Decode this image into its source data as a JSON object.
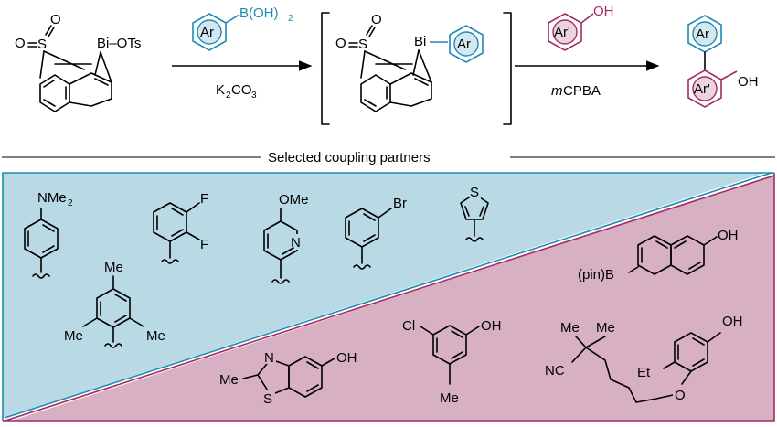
{
  "colors": {
    "aryl_blue": "#1e89b2",
    "aryl_magenta": "#a32a63",
    "panel_blue": "#b9d9e5",
    "panel_pink": "#d7b0c3"
  },
  "scheme": {
    "reagent1_atom_S": "S",
    "reagent1_atom_O": "O",
    "reagent1_bi_label": "Bi",
    "reagent1_ots_label": "–OTs",
    "reagent1_bi_ots": "Bi–OTs",
    "boronic_acid_group": "B(OH)",
    "boronic_acid_subscript": "2",
    "ar_label": "Ar",
    "ar_prime_label": "Ar'",
    "oh_label": "OH",
    "arrow1_base": "K",
    "arrow1_base_sub1": "2",
    "arrow1_base_mid": "CO",
    "arrow1_base_sub2": "3",
    "arrow2_prefix_italic": "m",
    "arrow2_reagent": "CPBA",
    "intermediate_bi_label": "Bi"
  },
  "section_title": "Selected coupling partners",
  "blue_partners": {
    "nme2_N": "NMe",
    "nme2_sub": "2",
    "difluoro_F1": "F",
    "difluoro_F2": "F",
    "pyridine_ome": "OMe",
    "pyridine_N": "N",
    "bromo_Br": "Br",
    "thiophene_S": "S",
    "mesityl_me_top": "Me",
    "mesityl_me_left": "Me",
    "mesityl_me_right": "Me"
  },
  "pink_partners": {
    "naphthol_pinb": "(pin)B",
    "naphthol_oh": "OH",
    "benzothiazole_me": "Me",
    "benzothiazole_N": "N",
    "benzothiazole_S": "S",
    "benzothiazole_oh": "OH",
    "chlorophenol_cl": "Cl",
    "chlorophenol_oh": "OH",
    "chlorophenol_me": "Me",
    "nitrile_me1": "Me",
    "nitrile_me2": "Me",
    "nitrile_nc": "NC",
    "nitrile_et": "Et",
    "nitrile_O": "O",
    "nitrile_oh": "OH"
  }
}
